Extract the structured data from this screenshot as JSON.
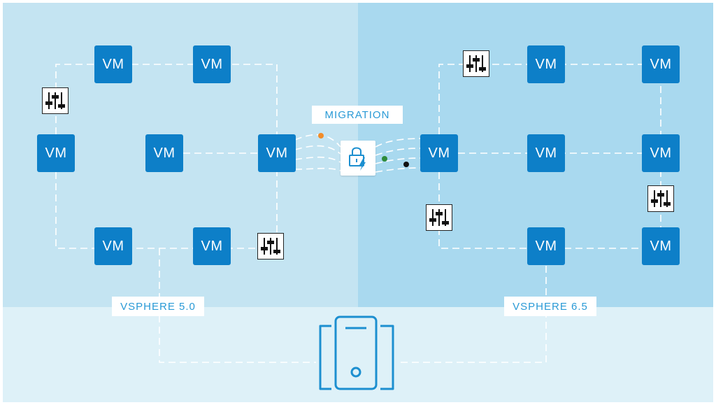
{
  "migration_label": "MIGRATION",
  "clusters": {
    "left": {
      "label": "VSPHERE 5.0"
    },
    "right": {
      "label": "VSPHERE 6.5"
    }
  },
  "vm_label": "VM",
  "vm_nodes": [
    {
      "id": "vm-left-1"
    },
    {
      "id": "vm-left-2"
    },
    {
      "id": "vm-left-3"
    },
    {
      "id": "vm-left-4"
    },
    {
      "id": "vm-left-5"
    },
    {
      "id": "vm-left-6"
    },
    {
      "id": "vm-left-7"
    },
    {
      "id": "vm-right-1"
    },
    {
      "id": "vm-right-2"
    },
    {
      "id": "vm-right-3"
    },
    {
      "id": "vm-right-4"
    },
    {
      "id": "vm-right-5"
    },
    {
      "id": "vm-right-6"
    },
    {
      "id": "vm-right-7"
    }
  ],
  "icons": {
    "switch": "switch-icon",
    "lock": "lock-icon",
    "bolt": "lightning-bolt-icon",
    "server": "server-icon"
  },
  "colors": {
    "left_panel": "#c4e4f2",
    "right_panel": "#a9d9ef",
    "bottom_panel": "#def1f8",
    "vm_fill": "#0d7fc8",
    "label_text": "#2a9ad6",
    "server_stroke": "#1c8fd0",
    "dot_orange": "#f28c28",
    "dot_green": "#2e8b3a",
    "dot_black": "#111111"
  }
}
